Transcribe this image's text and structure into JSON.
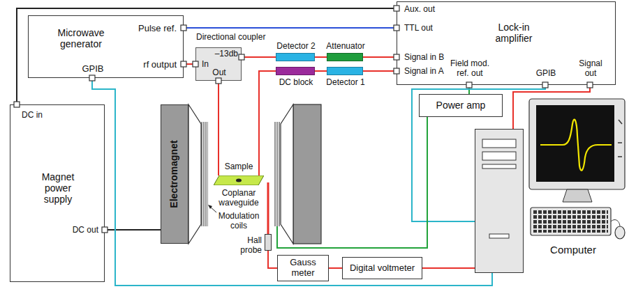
{
  "diagram": {
    "nodes": [
      {
        "text": [
          "Microwave generator",
          "Pulse ref.",
          "rf output",
          "GPIB"
        ]
      },
      {
        "text": [
          "Directional coupler",
          "In",
          "–13db",
          "Out"
        ]
      },
      {
        "text": [
          "Detector 2"
        ]
      },
      {
        "text": [
          "Attenuator"
        ]
      },
      {
        "text": [
          "DC block"
        ]
      },
      {
        "text": [
          "Detector 1"
        ]
      },
      {
        "text": [
          "Lock-in amplifier",
          "Aux. out",
          "TTL out",
          "Signal in B",
          "Signal in A",
          "Field mod. ref. out",
          "GPIB",
          "Signal out"
        ]
      },
      {
        "text": [
          "Magnet power supply",
          "DC in",
          "DC out"
        ]
      },
      {
        "text": [
          "Electromagnet"
        ]
      },
      {
        "text": [
          "Sample",
          "Coplanar waveguide"
        ]
      },
      {
        "text": [
          "Power amp"
        ]
      },
      {
        "text": [
          "Hall probe"
        ]
      },
      {
        "text": [
          "Gauss meter"
        ]
      },
      {
        "text": [
          "Digital voltmeter"
        ]
      },
      {
        "text": [
          "Computer"
        ]
      }
    ],
    "edges": [
      {
        "from": 0,
        "to": 6,
        "arrow": "none"
      },
      {
        "from": 0,
        "to": 1,
        "arrow": "none"
      },
      {
        "from": 1,
        "to": 2,
        "arrow": "none"
      },
      {
        "from": 2,
        "to": 3,
        "arrow": "none"
      },
      {
        "from": 3,
        "to": 6,
        "arrow": "none"
      },
      {
        "from": 1,
        "to": 9,
        "arrow": "none"
      },
      {
        "from": 9,
        "to": 4,
        "arrow": "none"
      },
      {
        "from": 4,
        "to": 5,
        "arrow": "none"
      },
      {
        "from": 5,
        "to": 6,
        "arrow": "none"
      },
      {
        "from": 6,
        "to": 7,
        "arrow": "none"
      },
      {
        "from": 7,
        "to": 8,
        "arrow": "none"
      },
      {
        "from": 6,
        "to": 10,
        "arrow": "none"
      },
      {
        "from": 6,
        "to": 14,
        "arrow": "none"
      },
      {
        "from": 6,
        "to": 14,
        "arrow": "none"
      },
      {
        "from": 0,
        "to": 14,
        "arrow": "none"
      },
      {
        "from": 11,
        "to": 12,
        "arrow": "none"
      },
      {
        "from": 12,
        "to": 13,
        "arrow": "none"
      },
      {
        "from": 13,
        "to": 14,
        "arrow": "none"
      }
    ],
    "labels": [
      "Modulation coils"
    ]
  }
}
